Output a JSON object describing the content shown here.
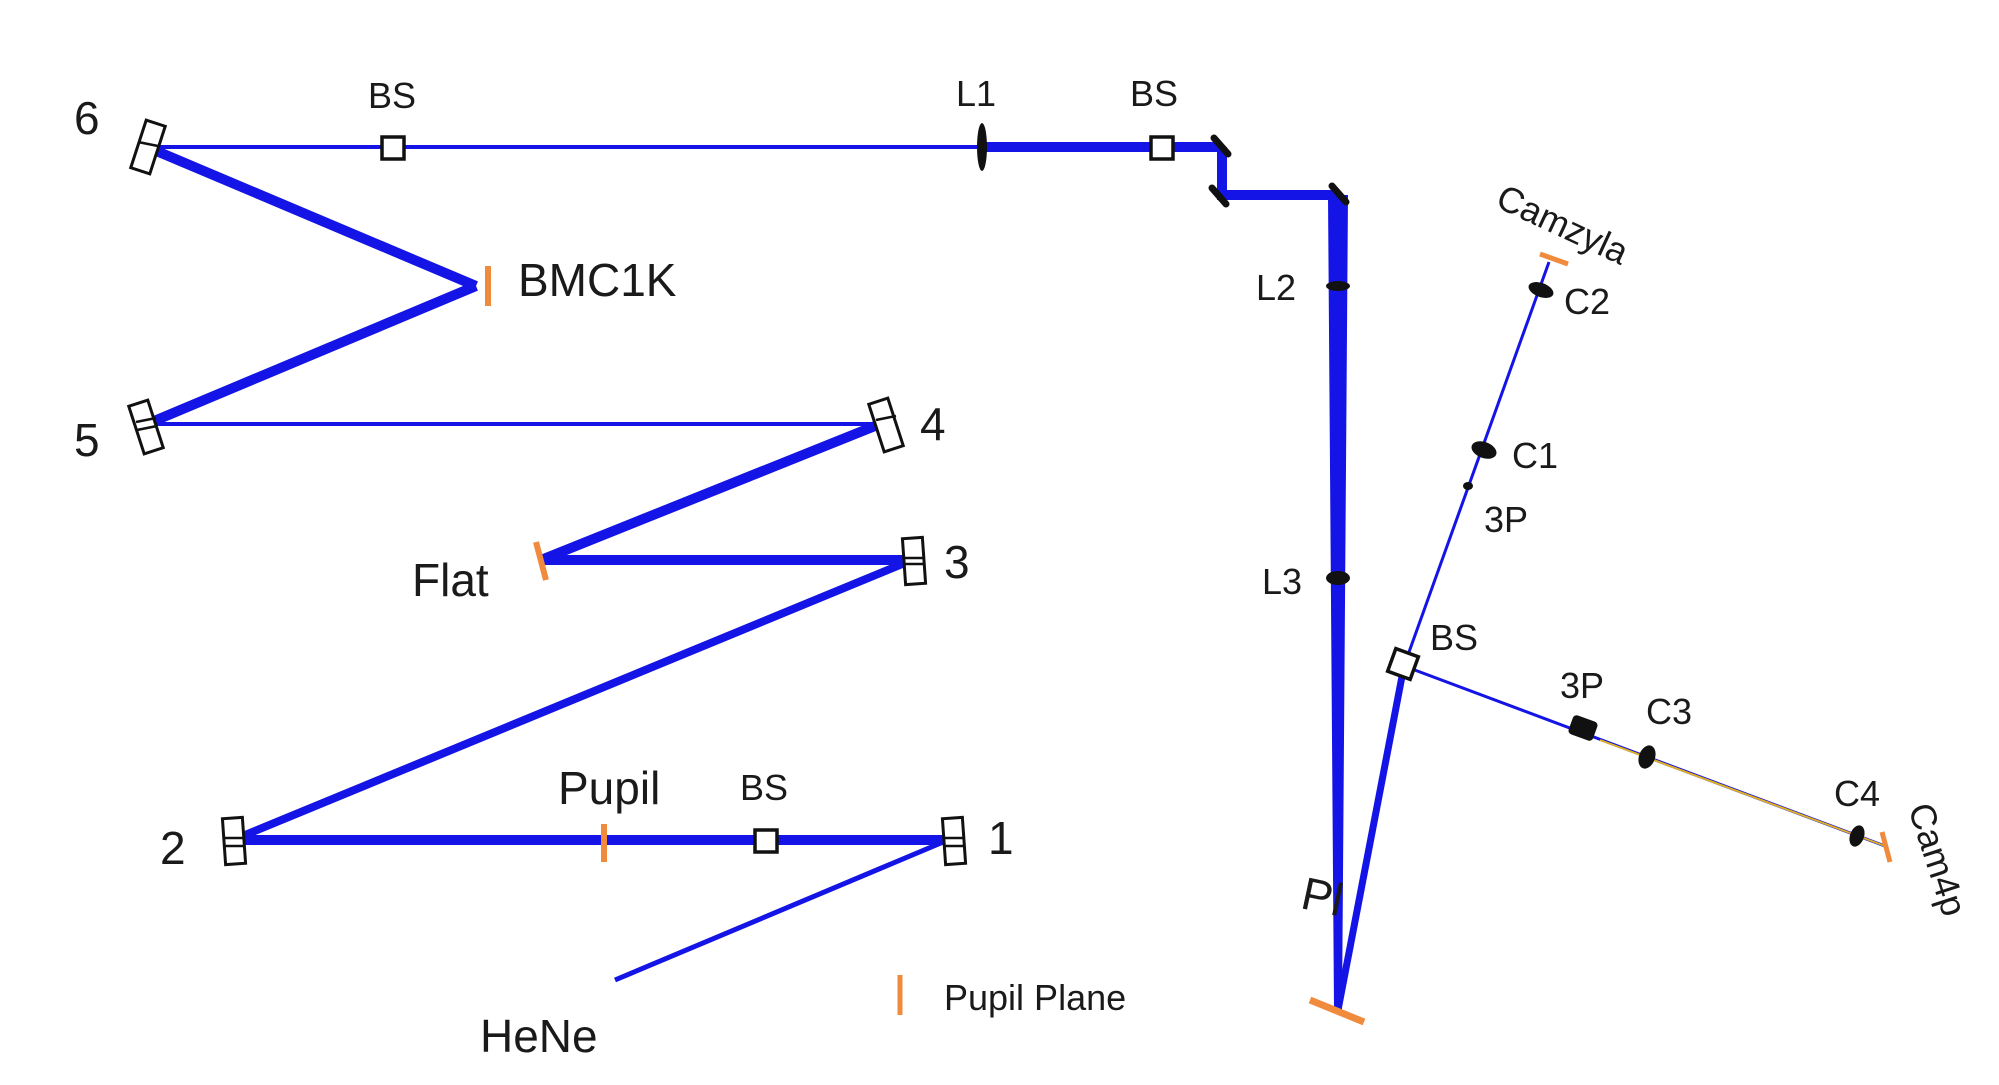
{
  "colors": {
    "beam": "#1414e6",
    "pupil_plane": "#f08a3c",
    "component": "#111111"
  },
  "labels": {
    "m1": "1",
    "m2": "2",
    "m3": "3",
    "m4": "4",
    "m5": "5",
    "m6": "6",
    "bs_top_left": "BS",
    "l1": "L1",
    "bs_top_right": "BS",
    "bmc1k": "BMC1K",
    "flat": "Flat",
    "pupil": "Pupil",
    "bs_bottom": "BS",
    "hene": "HeNe",
    "legend_pupil_plane": "Pupil Plane",
    "l2": "L2",
    "l3": "L3",
    "pl": "Pl",
    "camzyla": "Camzyla",
    "c2": "C2",
    "c1": "C1",
    "threep_upper": "3P",
    "bs_right": "BS",
    "threep_lower": "3P",
    "c3": "C3",
    "c4": "C4",
    "cam4p": "Cam4p"
  }
}
